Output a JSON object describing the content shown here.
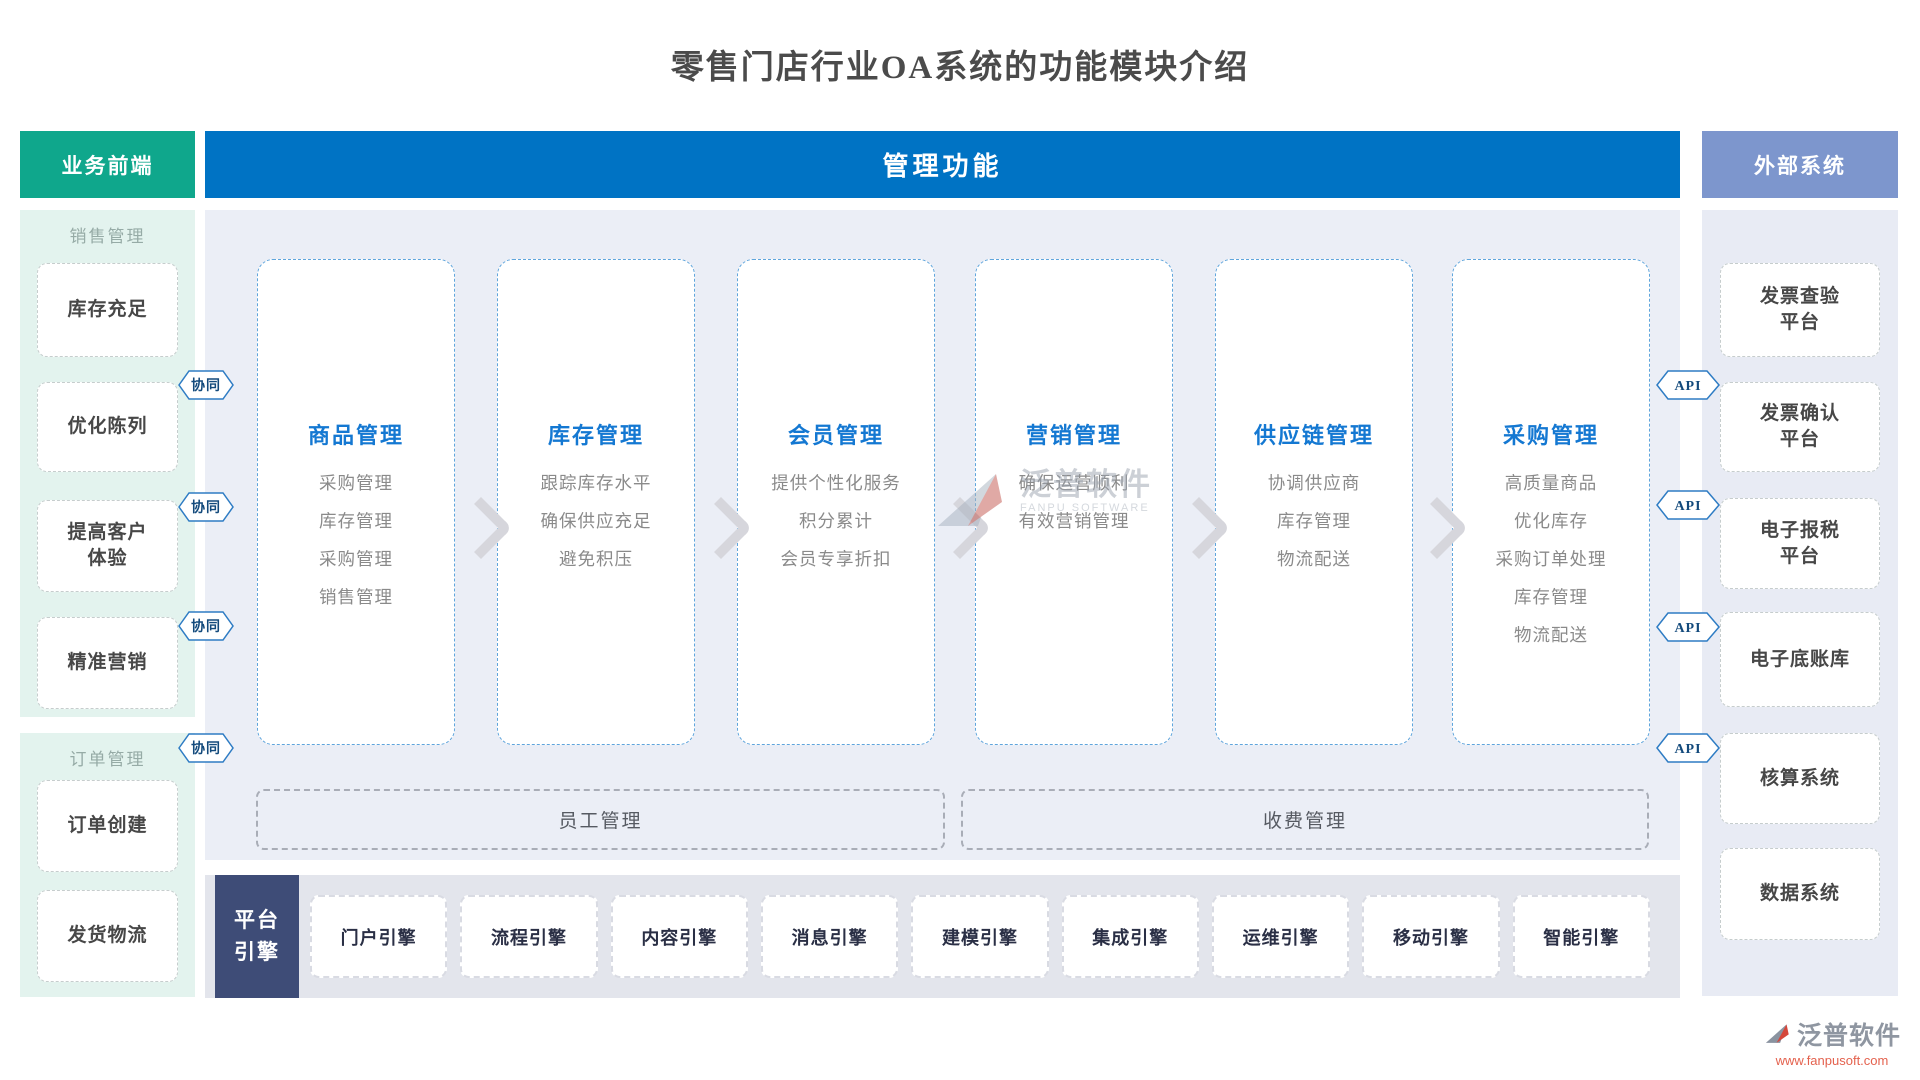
{
  "title": "零售门店行业OA系统的功能模块介绍",
  "left_panel": {
    "header": "业务前端",
    "badge_label": "协同",
    "sections": [
      {
        "label": "销售管理",
        "items": [
          [
            "库存充足"
          ],
          [
            "优化陈列"
          ],
          [
            "提高客户",
            "体验"
          ],
          [
            "精准营销"
          ]
        ]
      },
      {
        "label": "订单管理",
        "items": [
          [
            "订单创建"
          ],
          [
            "发货物流"
          ]
        ]
      }
    ]
  },
  "main_panel": {
    "header": "管理功能",
    "columns": [
      {
        "title": "商品管理",
        "items": [
          "采购管理",
          "库存管理",
          "采购管理",
          "销售管理"
        ]
      },
      {
        "title": "库存管理",
        "items": [
          "跟踪库存水平",
          "确保供应充足",
          "避免积压"
        ]
      },
      {
        "title": "会员管理",
        "items": [
          "提供个性化服务",
          "积分累计",
          "会员专享折扣"
        ]
      },
      {
        "title": "营销管理",
        "items": [
          "确保运营顺利",
          "有效营销管理"
        ]
      },
      {
        "title": "供应链管理",
        "items": [
          "协调供应商",
          "库存管理",
          "物流配送"
        ]
      },
      {
        "title": "采购管理",
        "items": [
          "高质量商品",
          "优化库存",
          "采购订单处理",
          "库存管理",
          "物流配送"
        ]
      }
    ],
    "bottom_boxes": [
      "员工管理",
      "收费管理"
    ]
  },
  "platform": {
    "label": "平台引擎",
    "engines": [
      "门户引擎",
      "流程引擎",
      "内容引擎",
      "消息引擎",
      "建模引擎",
      "集成引擎",
      "运维引擎",
      "移动引擎",
      "智能引擎"
    ]
  },
  "right_panel": {
    "header": "外部系统",
    "badge_label": "API",
    "items": [
      [
        "发票查验",
        "平台"
      ],
      [
        "发票确认",
        "平台"
      ],
      [
        "电子报税",
        "平台"
      ],
      [
        "电子底账库"
      ],
      [
        "核算系统"
      ],
      [
        "数据系统"
      ]
    ]
  },
  "watermark": {
    "name_cn": "泛普软件",
    "name_en": "FANPU SOFTWARE",
    "url": "www.fanpusoft.com"
  },
  "colors": {
    "left_header": "#0fa78c",
    "main_header": "#0073c4",
    "right_header": "#7d96cd",
    "platform_block": "#3e4c77",
    "column_title": "#1478d2"
  }
}
